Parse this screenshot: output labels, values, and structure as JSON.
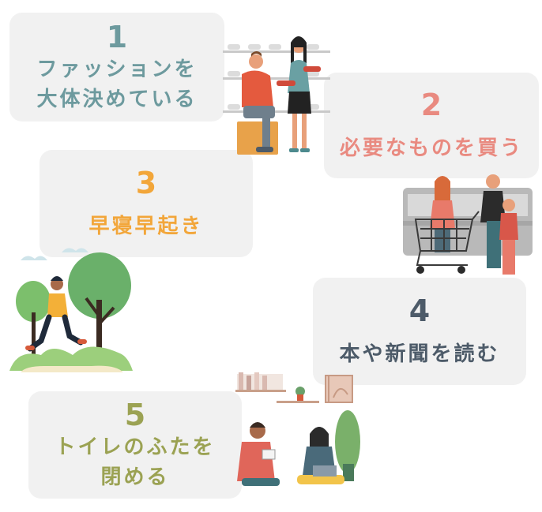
{
  "items": [
    {
      "number": "1",
      "lines": [
        "ファッションを",
        "大体決めている"
      ],
      "color": "#6d9a9e"
    },
    {
      "number": "2",
      "lines": [
        "必要なものを買う"
      ],
      "color": "#e98a80"
    },
    {
      "number": "3",
      "lines": [
        "早寝早起き"
      ],
      "color": "#f2a63a"
    },
    {
      "number": "4",
      "lines": [
        "本や新聞を読む"
      ],
      "color": "#4d5b69"
    },
    {
      "number": "5",
      "lines": [
        "トイレのふたを",
        "閉める"
      ],
      "color": "#9ba253"
    }
  ]
}
